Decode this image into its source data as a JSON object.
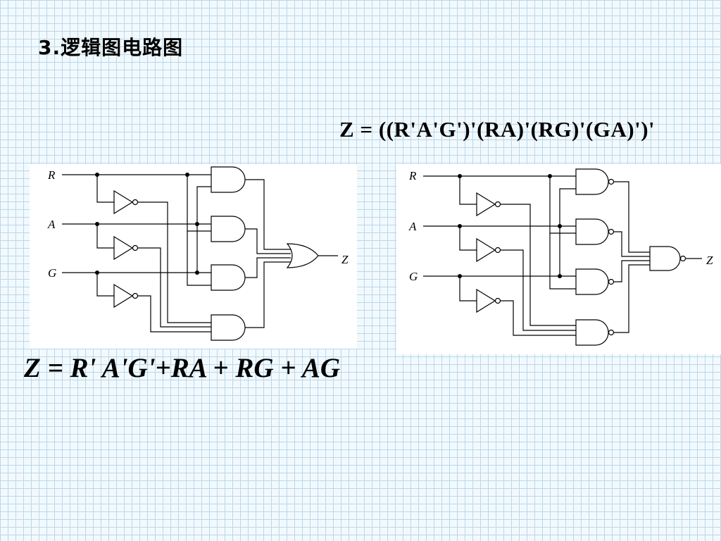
{
  "title": "3.逻辑图电路图",
  "formula_nand": "Z = ((R'A'G')'(RA)'(RG)'(GA)')'",
  "formula_sop": "Z = R' A'G'+RA + RG + AG",
  "left_circuit": {
    "inputs": [
      "R",
      "A",
      "G"
    ],
    "output": "Z",
    "gates": [
      "NOT",
      "NOT",
      "NOT",
      "AND",
      "AND",
      "AND",
      "AND",
      "OR"
    ]
  },
  "right_circuit": {
    "inputs": [
      "R",
      "A",
      "G"
    ],
    "output": "Z",
    "gates": [
      "NOT",
      "NOT",
      "NOT",
      "NAND",
      "NAND",
      "NAND",
      "NAND",
      "NAND"
    ]
  },
  "colors": {
    "background": "#f2f9fd",
    "grid": "#b9d7ea",
    "ink": "#000000"
  }
}
